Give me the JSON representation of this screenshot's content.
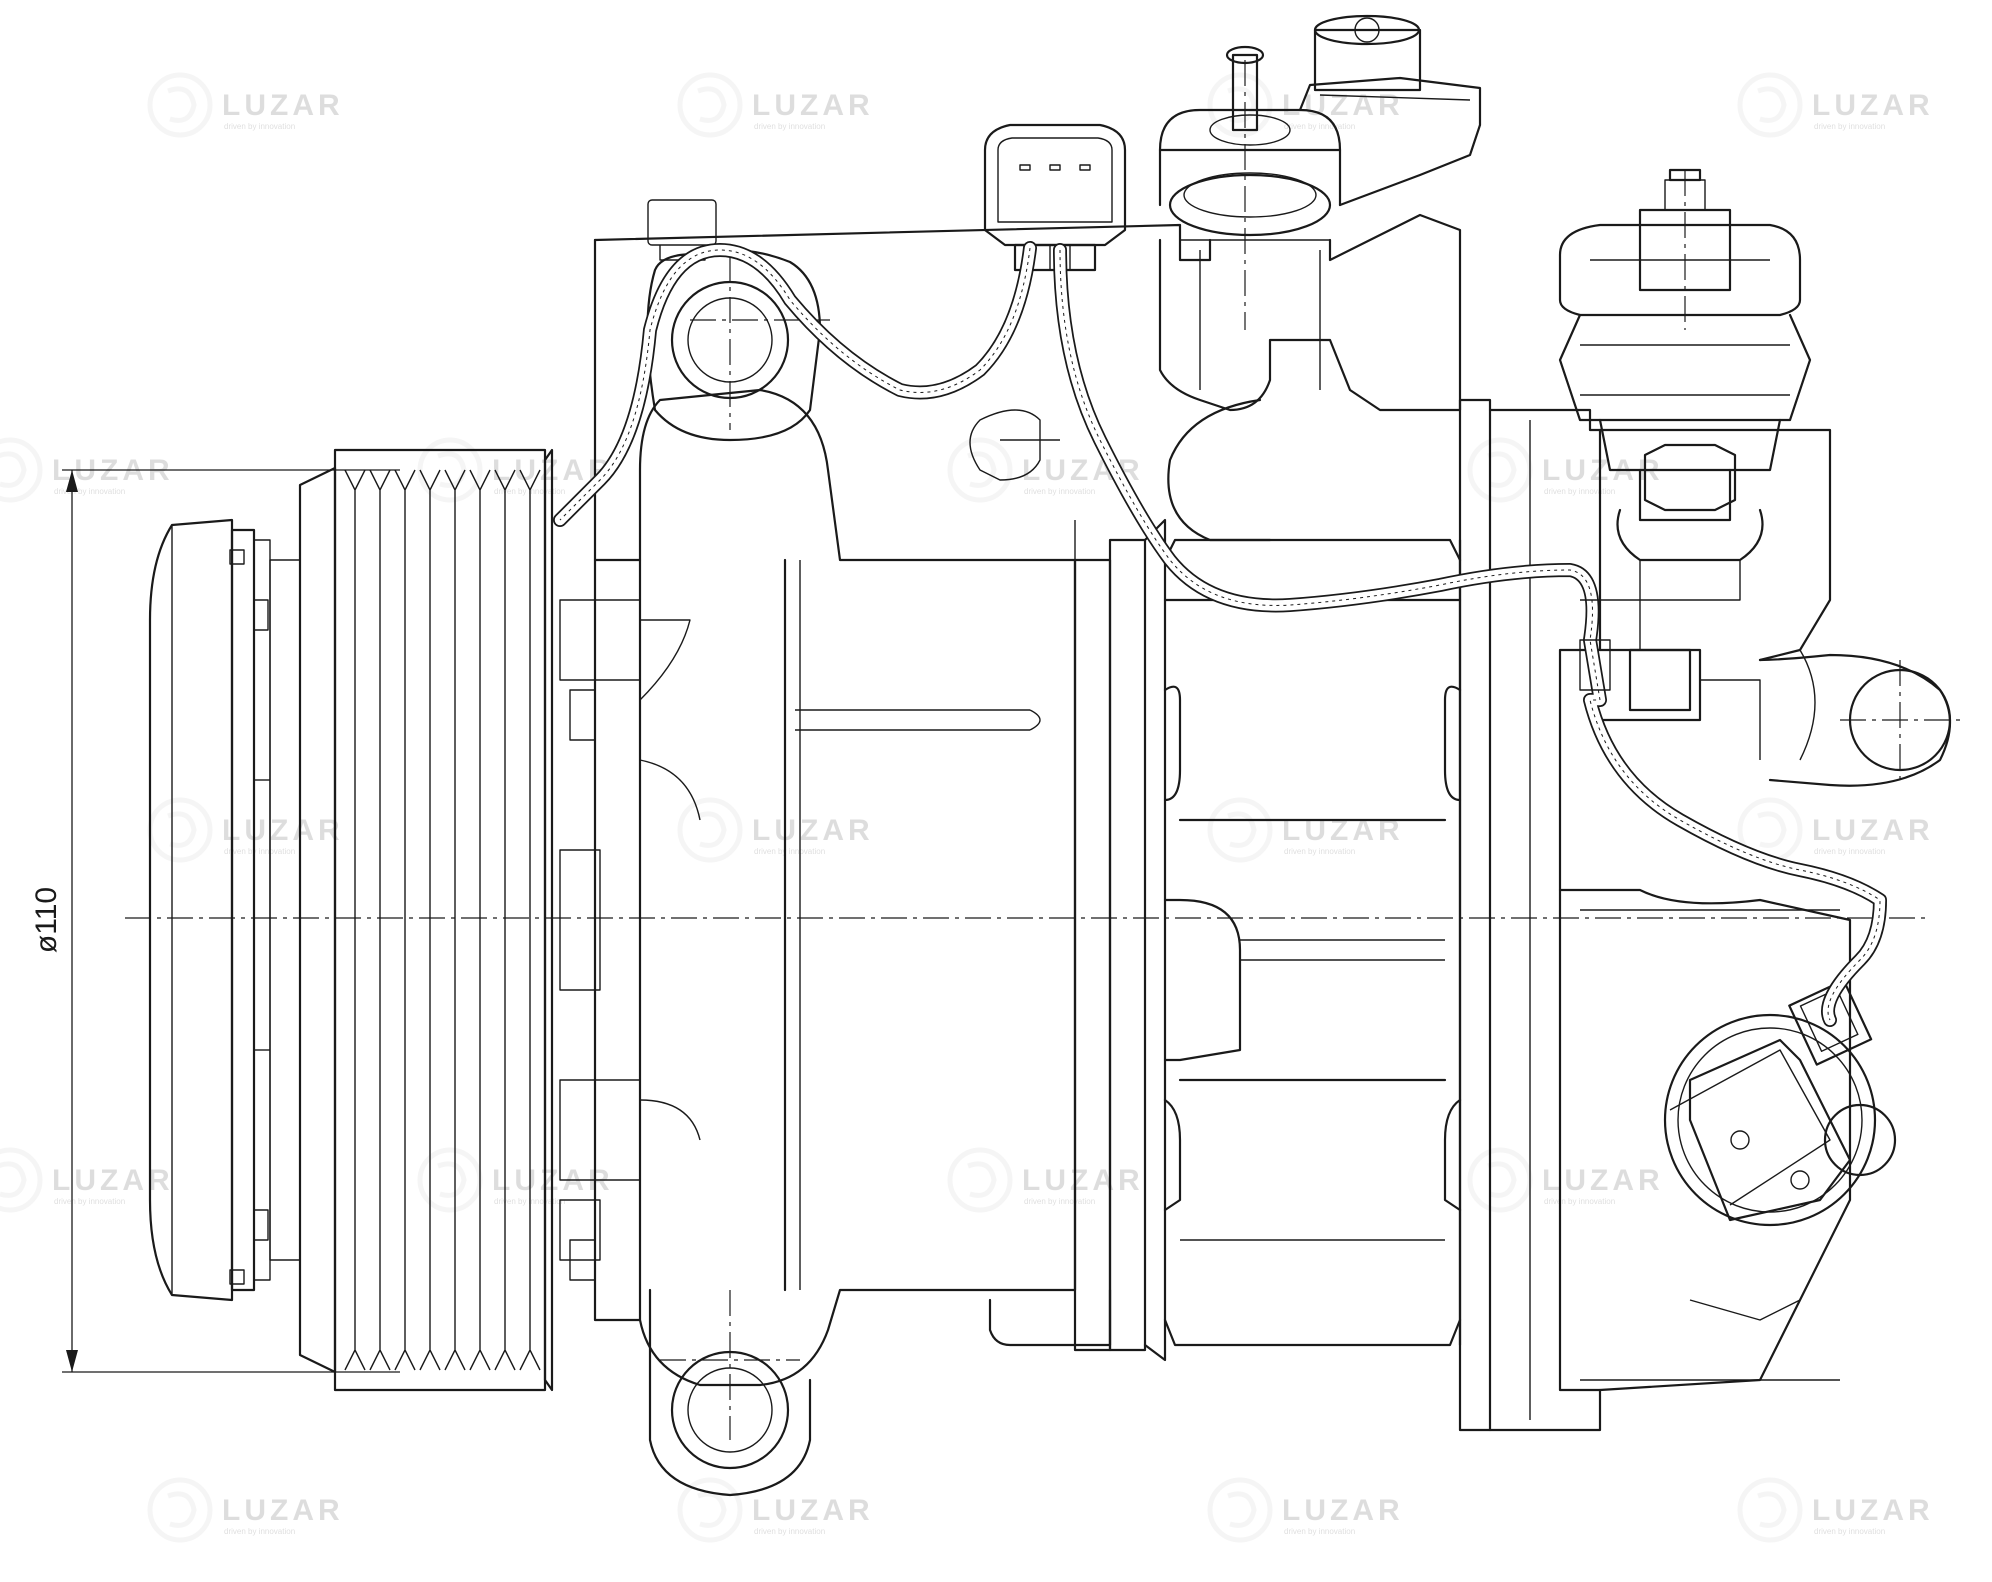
{
  "brand": {
    "name": "LUZAR",
    "tagline": "driven by innovation",
    "watermark_color": "#b4b4b4"
  },
  "dimension": {
    "label": "ø110",
    "value_mm": 110
  },
  "line_color": "#1a1a1a",
  "background_color": "#ffffff"
}
